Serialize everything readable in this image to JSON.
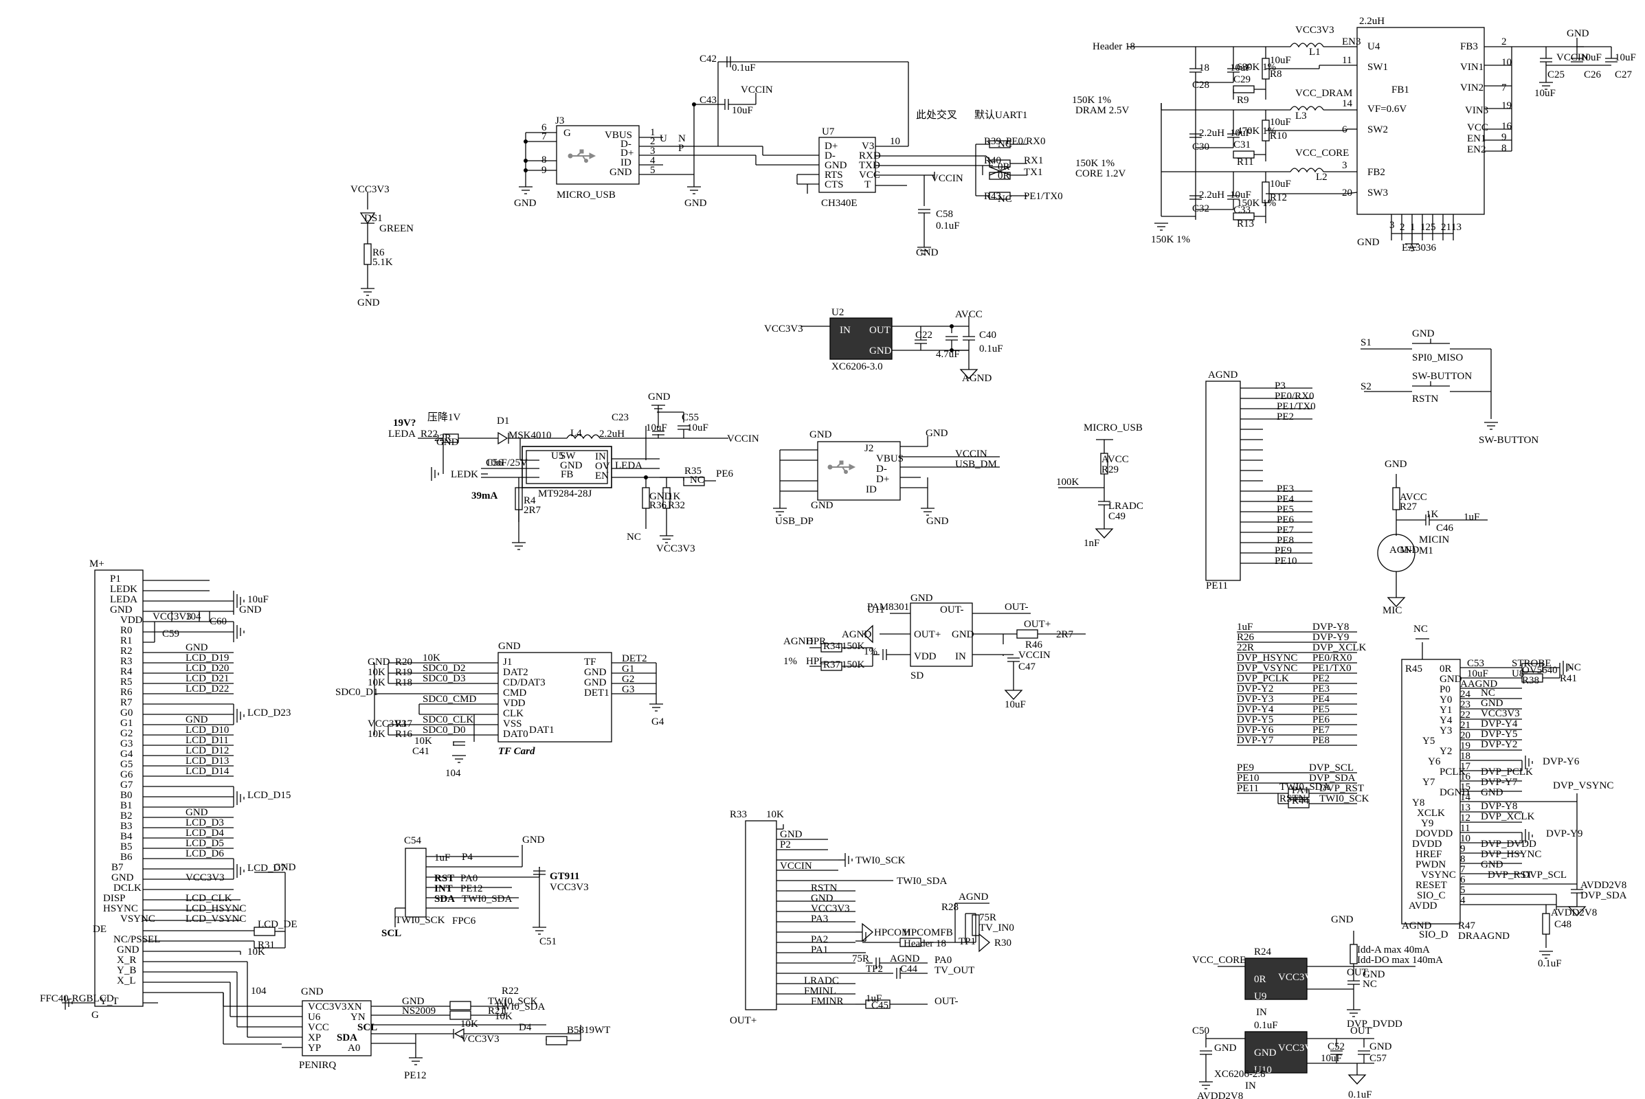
{
  "texts": [
    "C42",
    "0.1uF",
    "C43",
    "10uF",
    "VCCIN",
    "J3",
    "VBUS",
    "D-",
    "D+",
    "ID",
    "GND",
    "G",
    "U",
    "N",
    "P",
    "1",
    "2",
    "3",
    "4",
    "5",
    "6",
    "7",
    "8",
    "9",
    "MICRO_USB",
    "GND",
    "GND",
    "U7",
    "D+",
    "D-",
    "GND",
    "RTS",
    "CTS",
    "V3",
    "RXD",
    "TXD",
    "VCC",
    "T",
    "10",
    "CH340E",
    "此处交叉",
    "默认UART1",
    "R39",
    "NC",
    "PE0/RX0",
    "R40",
    "0R",
    "RX1",
    "0R",
    "TX1",
    "VCCIN",
    "R43",
    "NC",
    "PE1/TX0",
    "C58",
    "0.1uF",
    "GND",
    "VCC3V3",
    "DS1",
    "GREEN",
    "R6",
    "5.1K",
    "GND",
    "VCC3V3",
    "U2",
    "IN",
    "OUT",
    "GND",
    "XC6206-3.0",
    "C22",
    "4.7uF",
    "AVCC",
    "C40",
    "0.1uF",
    "AGND",
    "19V?",
    "压降1V",
    "LEDA",
    "R22",
    "22R",
    "GND",
    "D1",
    "MSK4010",
    "L4",
    "2.2uH",
    "C23",
    "10uF",
    "C55",
    "10uF",
    "GND",
    "VCCIN",
    "U5",
    "SW",
    "GND",
    "FB",
    "IN",
    "OV",
    "EN",
    "C56",
    "10uF/25V",
    "LEDK",
    "LEDA",
    "R35",
    "NC",
    "PE6",
    "MT9284-28J",
    "39mA",
    "R4",
    "2R7",
    "GND",
    "R36",
    "1K",
    "R32",
    "NC",
    "VCC3V3",
    "GND",
    "J2",
    "VBUS",
    "D-",
    "D+",
    "ID",
    "GND",
    "VCCIN",
    "USB_DM",
    "USB_DP",
    "GND",
    "GND",
    "MICRO_USB",
    "AVCC",
    "R29",
    "100K",
    "LRADC",
    "C49",
    "1nF",
    "AGND",
    "P3",
    "PE0/RX0",
    "PE1/TX0",
    "PE2",
    "PE3",
    "PE4",
    "PE5",
    "PE6",
    "PE7",
    "PE8",
    "PE9",
    "PE10",
    "PE11",
    "Header 18",
    "VCC3V3",
    "L1",
    "2.2uH",
    "U4",
    "SW1",
    "FB1",
    "VF=0.6V",
    "SW2",
    "FB2",
    "SW3",
    "FB3",
    "VIN1",
    "VIN2",
    "VIN3",
    "VCC",
    "EN1",
    "EN2",
    "EN3",
    "11",
    "14",
    "6",
    "3",
    "20",
    "2",
    "10",
    "7",
    "19",
    "16",
    "9",
    "8",
    "18",
    "C28",
    "10uF",
    "C29",
    "10uF",
    "R8",
    "680K 1%",
    "R9",
    "150K 1%",
    "DRAM 2.5V",
    "VCC_DRAM",
    "L3",
    "2.2uH",
    "C30",
    "10uF",
    "C31",
    "10uF",
    "R10",
    "470K 1%",
    "R11",
    "150K 1%",
    "CORE 1.2V",
    "VCC_CORE",
    "L2",
    "2.2uH",
    "C32",
    "10uF",
    "C33",
    "10uF",
    "R12",
    "150K 1%",
    "R13",
    "150K 1%",
    "GND",
    "EA3036",
    "GND",
    "VCCIN",
    "C25",
    "10uF",
    "C26",
    "10uF",
    "C27",
    "10uF",
    "GND",
    "S1",
    "SPI0_MISO",
    "SW-BUTTON",
    "S2",
    "RSTN",
    "SW-BUTTON",
    "GND",
    "AVCC",
    "R27",
    "1K",
    "C46",
    "1uF",
    "MICIN",
    "M1",
    "MIC",
    "AGND",
    "M-",
    "M+",
    "P1",
    "LEDK",
    "LEDA",
    "GND",
    "VDD",
    "R0",
    "R1",
    "R2",
    "R3",
    "R4",
    "R5",
    "R6",
    "R7",
    "G0",
    "G1",
    "G2",
    "G3",
    "G4",
    "G5",
    "G6",
    "G7",
    "B0",
    "B1",
    "B2",
    "B3",
    "B4",
    "B5",
    "B6",
    "B7",
    "GND",
    "DCLK",
    "DISP",
    "HSYNC",
    "VSYNC",
    "DE",
    "NC/PSSEL",
    "GND",
    "X_R",
    "Y_B",
    "X_L",
    "Y_T",
    "G",
    "FFC40-RGBLCD",
    "GND",
    "VCC3V3",
    "C59",
    "104",
    "C60",
    "10uF",
    "GND",
    "LCD_D19",
    "LCD_D20",
    "LCD_D21",
    "LCD_D22",
    "LCD_D23",
    "GND",
    "LCD_D10",
    "LCD_D11",
    "LCD_D12",
    "LCD_D13",
    "LCD_D14",
    "LCD_D15",
    "GND",
    "LCD_D3",
    "LCD_D4",
    "LCD_D5",
    "LCD_D6",
    "LCD_D7",
    "GND",
    "VCC3V3",
    "LCD_CLK",
    "LCD_HSYNC",
    "LCD_VSYNC",
    "LCD_DE",
    "R31",
    "10K",
    "GND",
    "R20",
    "10K",
    "R19",
    "10K",
    "R18",
    "10K",
    "SDC0_D2",
    "SDC0_D3",
    "SDC0_CMD",
    "SDC0_CLK",
    "SDC0_D0",
    "SDC0_D1",
    "VCC3V3",
    "R17",
    "10K",
    "R16",
    "10K",
    "C41",
    "104",
    "GND",
    "J1",
    "DAT2",
    "CD/DAT3",
    "CMD",
    "VDD",
    "CLK",
    "VSS",
    "DAT0",
    "DAT1",
    "TF Card",
    "TF",
    "GND",
    "GND",
    "DET1",
    "DET2",
    "G1",
    "G2",
    "G3",
    "G4",
    "GND",
    "U11",
    "OUT-",
    "OUT+",
    "GND",
    "VDD",
    "IN",
    "SD",
    "PAM8301",
    "OUT-",
    "OUT+",
    "R46",
    "2R7",
    "VCCIN",
    "C47",
    "10uF",
    "AGND",
    "AGND",
    "HPR",
    "R34",
    "150K",
    "1%",
    "HPL",
    "R37",
    "150K",
    "1%",
    "C54",
    "1uF",
    "P4",
    "RST",
    "PA0",
    "INT",
    "PE12",
    "SDA",
    "TWI0_SDA",
    "SCL",
    "TWI0_SCK",
    "FPC6",
    "GND",
    "GT911",
    "VCC3V3",
    "C51",
    "104",
    "GND",
    "VCC3V3",
    "U6",
    "VCC",
    "XP",
    "YP",
    "XN",
    "YN",
    "SCL",
    "SDA",
    "A0",
    "PENIRQ",
    "GND",
    "NS2009",
    "TWI0_SCK",
    "TWI0_SDA",
    "R21",
    "10K",
    "R22",
    "10K",
    "VCC3V3",
    "D4",
    "B5819WT",
    "PE12",
    "R33",
    "10K",
    "GND",
    "P2",
    "VCCIN",
    "TWI0_SCK",
    "TWI0_SDA",
    "RSTN",
    "GND",
    "VCC3V3",
    "PA3",
    "PA2",
    "PA1",
    "PA0",
    "TV_OUT",
    "LRADC",
    "FMINL",
    "FMINR",
    "OUT-",
    "OUT+",
    "HPCOM",
    "HPCOMFB",
    "Header 18",
    "AGND",
    "R28",
    "75R",
    "TV_IN0",
    "TP1",
    "R30",
    "75R",
    "TP2",
    "AGND",
    "C44",
    "1uF",
    "C45",
    "1uF",
    "R26",
    "22R",
    "DVP_HSYNC",
    "DVP_VSYNC",
    "DVP_PCLK",
    "DVP-Y2",
    "DVP-Y3",
    "DVP-Y4",
    "DVP-Y5",
    "DVP-Y6",
    "DVP-Y7",
    "DVP-Y8",
    "DVP-Y9",
    "DVP_XCLK",
    "PE0/RX0",
    "PE1/TX0",
    "PE2",
    "PE3",
    "PE4",
    "PE5",
    "PE6",
    "PE7",
    "PE8",
    "PE9",
    "PE10",
    "PE11",
    "DVP_SCL",
    "DVP_SDA",
    "DVP_RST",
    "TWI0_SCK",
    "TWI0_SDA",
    "PA1",
    "RSTN",
    "R44",
    "NC",
    "R45",
    "0R",
    "GND",
    "P0",
    "Y0",
    "Y1",
    "Y4",
    "Y3",
    "Y5",
    "Y2",
    "Y6",
    "PCLK",
    "Y7",
    "DGND",
    "Y8",
    "XCLK",
    "Y9",
    "DOVDD",
    "DVDD",
    "HREF",
    "PWDN",
    "VSYNC",
    "RESET",
    "SIO_C",
    "AVDD",
    "SIO_D",
    "AGND",
    "STROBE",
    "OV5640",
    "U8",
    "R38",
    "NC",
    "R41",
    "NC",
    "GND",
    "VCC3V3",
    "DVP-Y4",
    "DVP-Y5",
    "DVP-Y2",
    "DVP-Y6",
    "DVP_PCLK",
    "DVP-Y7",
    "GND",
    "DVP-Y8",
    "DVP_XCLK",
    "DVP-Y9",
    "DVP_DVDD",
    "DVP_HSYNC",
    "GND",
    "DVP_VSYNC",
    "DVP_RST",
    "DVP_SCL",
    "AVDD2V8",
    "DVP_SDA",
    "AVDD2V8",
    "C48",
    "0.1uF",
    "R47",
    "DRAAGND",
    "GND",
    "Idd-A max 40mA",
    "Idd-DO max 140mA",
    "VCC_CORE",
    "R24",
    "0R",
    "VCC3V3",
    "U9",
    "IN",
    "OUT",
    "GND",
    "NC",
    "DVP_DVDD",
    "C50",
    "0.1uF",
    "GND",
    "VCC3V3",
    "U10",
    "IN",
    "OUT",
    "GND",
    "XC6206-2.8",
    "AVDD2V8",
    "C52",
    "10uF",
    "GND",
    "C57",
    "0.1uF",
    "C53",
    "10uF",
    "AAGND",
    "24",
    "23",
    "22",
    "21",
    "20",
    "19",
    "18",
    "17",
    "16",
    "15",
    "14",
    "13",
    "12",
    "11",
    "10",
    "9",
    "8",
    "7",
    "6",
    "5",
    "4",
    "3",
    "2",
    "1",
    "12",
    "5",
    "21",
    "13",
    "15",
    "4",
    "17"
  ]
}
